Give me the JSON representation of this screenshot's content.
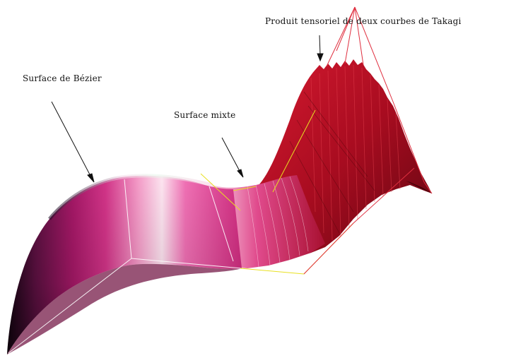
{
  "labels": {
    "bezier": "Surface de Bézier",
    "mixte": "Surface mixte",
    "takagi": "Produit tensoriel de deux courbes de Takagi"
  },
  "colors": {
    "background": "#ffffff",
    "bezier_dark": "#1a0612",
    "bezier_mid": "#c01a78",
    "bezier_light": "#f6b4d6",
    "bezier_highlight": "#e8f4e8",
    "takagi_red": "#b80d22",
    "takagi_dark": "#6a0610",
    "control_red": "#e03040",
    "control_yellow": "#e8e020",
    "control_white": "#ffffff",
    "arrow": "#111111"
  }
}
